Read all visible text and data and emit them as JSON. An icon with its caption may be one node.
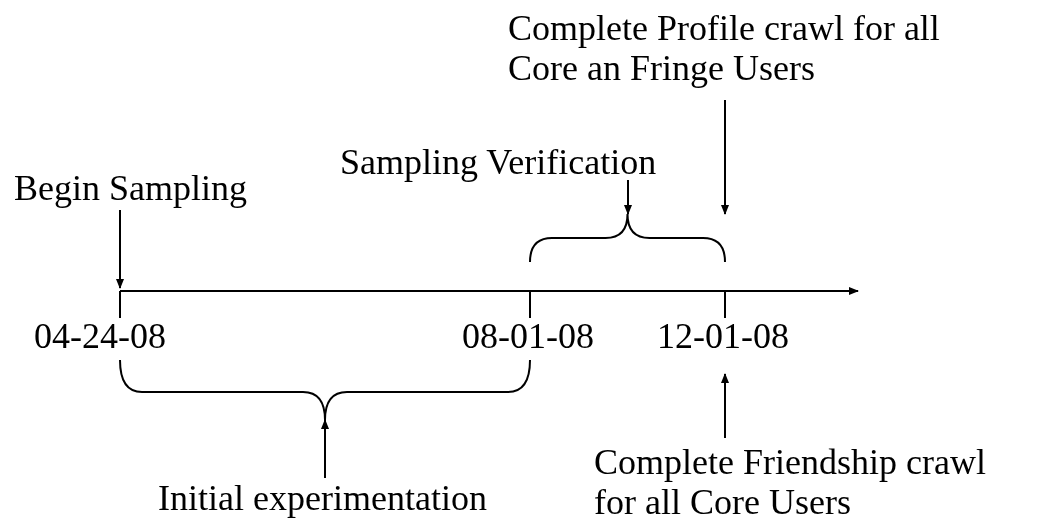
{
  "diagram": {
    "nodes": [
      {
        "text": [
          "Begin Sampling"
        ]
      },
      {
        "text": [
          "Sampling Verification"
        ]
      },
      {
        "text": [
          "Complete Profile crawl for all Core an Fringe Users"
        ]
      },
      {
        "text": [
          "Initial experimentation"
        ]
      },
      {
        "text": [
          "Complete Friendship crawl for all Core Users"
        ]
      },
      {
        "text": [],
        "shape": "bracket"
      },
      {
        "text": [],
        "shape": "bracket"
      }
    ],
    "edges": [
      {
        "from": 0,
        "to": null,
        "arrow": "to"
      },
      {
        "from": 1,
        "to": 5,
        "arrow": "to"
      },
      {
        "from": 2,
        "to": 5,
        "arrow": "to"
      },
      {
        "from": 3,
        "to": 6,
        "arrow": "to"
      },
      {
        "from": 4,
        "to": null,
        "arrow": "to"
      }
    ],
    "labels": [
      "04-24-08",
      "08-01-08",
      "12-01-08"
    ]
  }
}
